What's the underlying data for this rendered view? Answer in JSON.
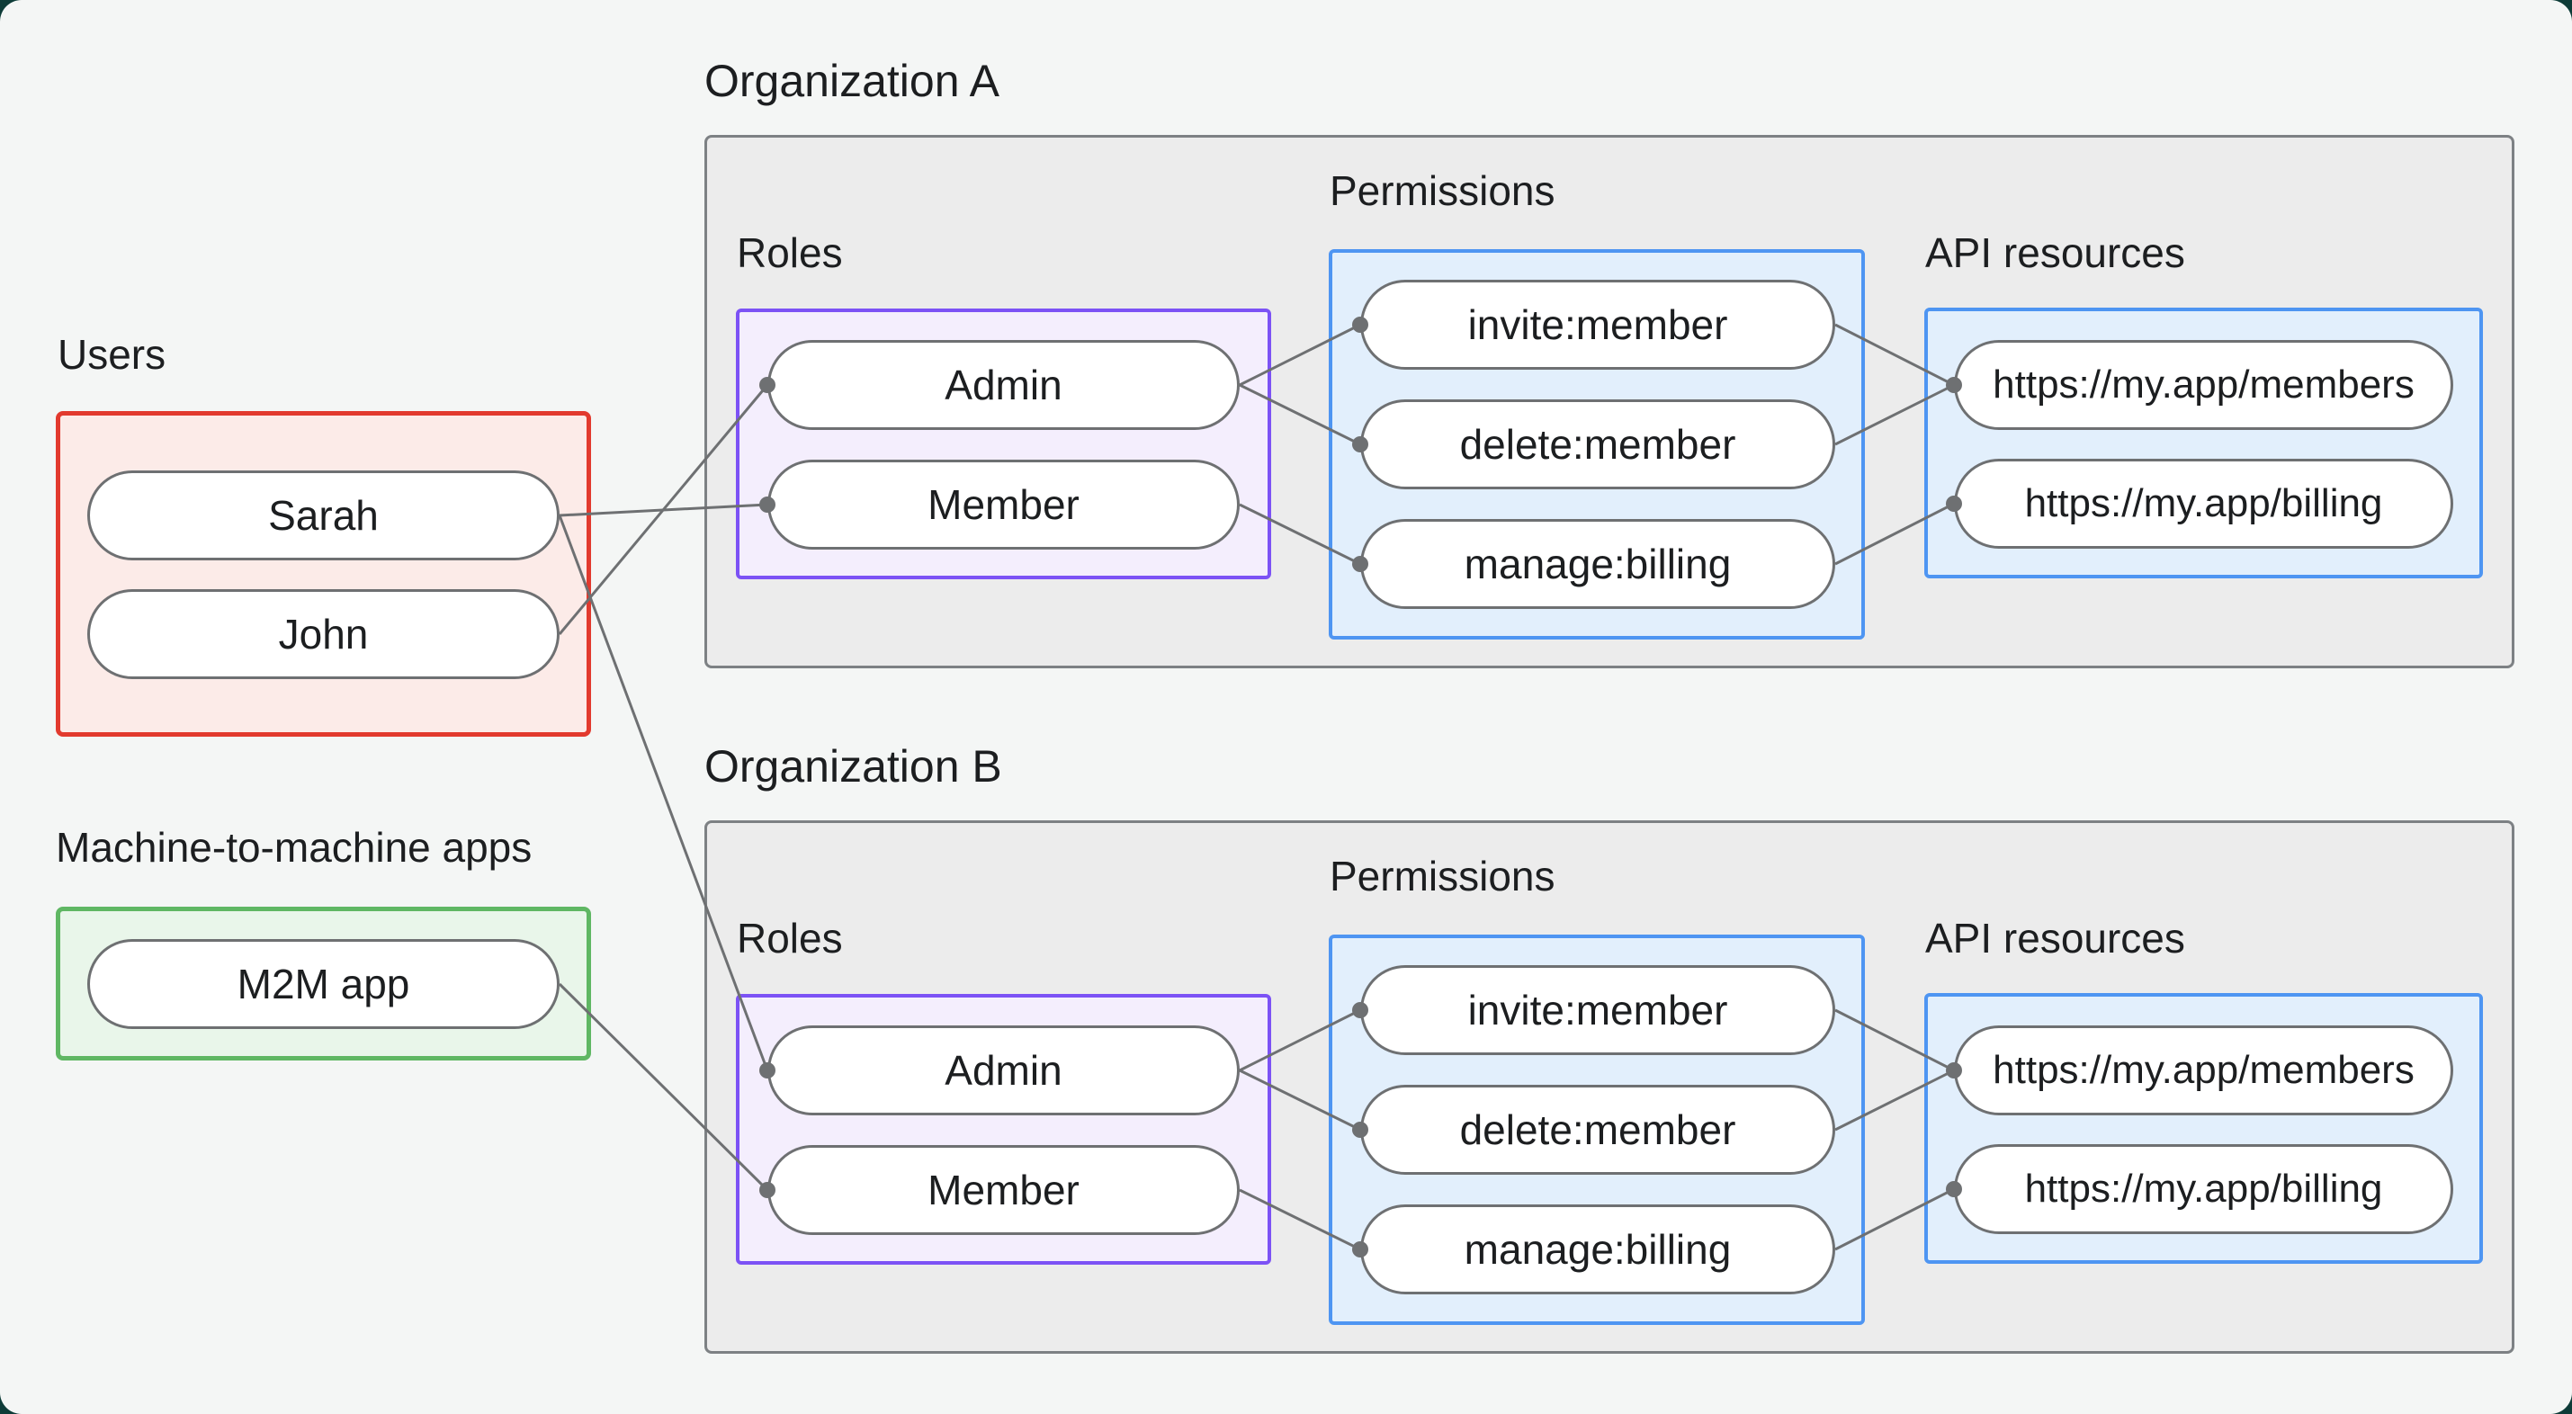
{
  "colors": {
    "page_bg": "#f4f6f5",
    "outer_bg": "#0e3c38",
    "org_fill": "#ececec",
    "org_border": "#7d8184",
    "users_border": "#e23a2e",
    "users_fill": "#fcebe8",
    "m2m_border": "#5fb763",
    "m2m_fill": "#e9f6ea",
    "roles_border": "#7c52f5",
    "roles_fill": "#f4eefd",
    "blue_border": "#4e95f2",
    "blue_fill": "#e2effc",
    "node_border": "#6e7072",
    "node_fill": "#ffffff",
    "wire": "#6e7072",
    "text": "#1c1e20"
  },
  "users_group": {
    "label": "Users",
    "nodes": [
      {
        "id": "sarah",
        "label": "Sarah"
      },
      {
        "id": "john",
        "label": "John"
      }
    ]
  },
  "m2m_group": {
    "label": "Machine-to-machine apps",
    "nodes": [
      {
        "id": "m2m_app",
        "label": "M2M app"
      }
    ]
  },
  "org_a": {
    "title": "Organization A",
    "roles": {
      "label": "Roles",
      "nodes": [
        {
          "id": "org_a_admin",
          "label": "Admin"
        },
        {
          "id": "org_a_member",
          "label": "Member"
        }
      ]
    },
    "permissions": {
      "label": "Permissions",
      "nodes": [
        {
          "id": "org_a_invite",
          "label": "invite:member"
        },
        {
          "id": "org_a_delete",
          "label": "delete:member"
        },
        {
          "id": "org_a_manage",
          "label": "manage:billing"
        }
      ]
    },
    "api": {
      "label": "API resources",
      "nodes": [
        {
          "id": "org_a_members",
          "label": "https://my.app/members"
        },
        {
          "id": "org_a_billing",
          "label": "https://my.app/billing"
        }
      ]
    }
  },
  "org_b": {
    "title": "Organization B",
    "roles": {
      "label": "Roles",
      "nodes": [
        {
          "id": "org_b_admin",
          "label": "Admin"
        },
        {
          "id": "org_b_member",
          "label": "Member"
        }
      ]
    },
    "permissions": {
      "label": "Permissions",
      "nodes": [
        {
          "id": "org_b_invite",
          "label": "invite:member"
        },
        {
          "id": "org_b_delete",
          "label": "delete:member"
        },
        {
          "id": "org_b_manage",
          "label": "manage:billing"
        }
      ]
    },
    "api": {
      "label": "API resources",
      "nodes": [
        {
          "id": "org_b_members",
          "label": "https://my.app/members"
        },
        {
          "id": "org_b_billing",
          "label": "https://my.app/billing"
        }
      ]
    }
  },
  "connections": [
    {
      "from": "sarah",
      "to": "org_a_member"
    },
    {
      "from": "john",
      "to": "org_a_admin"
    },
    {
      "from": "sarah",
      "to": "org_b_admin"
    },
    {
      "from": "m2m_app",
      "to": "org_b_member"
    },
    {
      "from": "org_a_admin",
      "to": "org_a_invite"
    },
    {
      "from": "org_a_admin",
      "to": "org_a_delete"
    },
    {
      "from": "org_a_member",
      "to": "org_a_manage"
    },
    {
      "from": "org_a_invite",
      "to": "org_a_members"
    },
    {
      "from": "org_a_delete",
      "to": "org_a_members"
    },
    {
      "from": "org_a_manage",
      "to": "org_a_billing"
    },
    {
      "from": "org_b_admin",
      "to": "org_b_invite"
    },
    {
      "from": "org_b_admin",
      "to": "org_b_delete"
    },
    {
      "from": "org_b_member",
      "to": "org_b_manage"
    },
    {
      "from": "org_b_invite",
      "to": "org_b_members"
    },
    {
      "from": "org_b_delete",
      "to": "org_b_members"
    },
    {
      "from": "org_b_manage",
      "to": "org_b_billing"
    }
  ]
}
